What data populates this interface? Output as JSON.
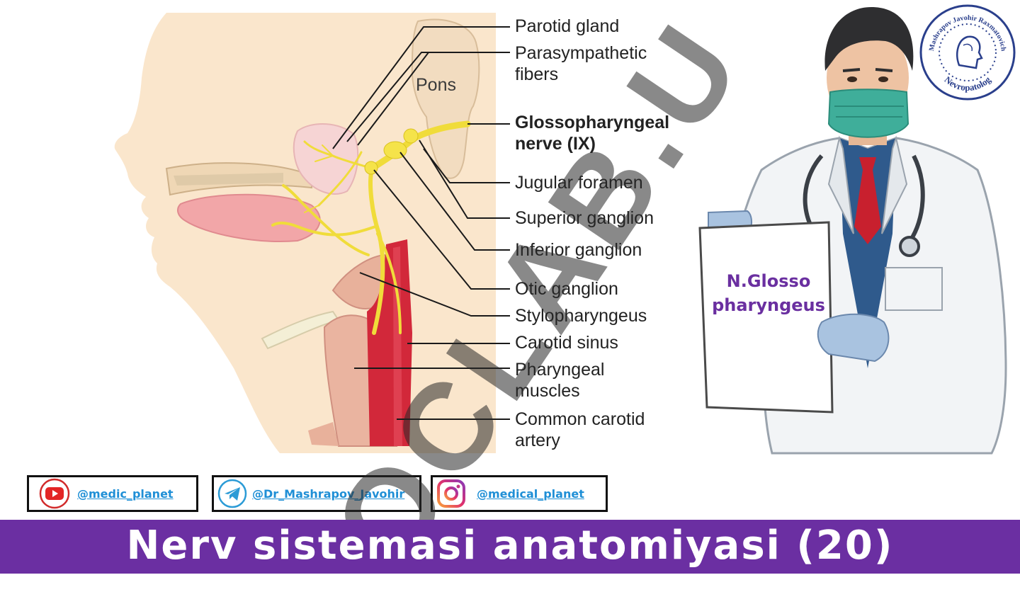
{
  "diagram": {
    "pons_label": "Pons",
    "labels": [
      {
        "text": "Parotid gland",
        "bold": false
      },
      {
        "text": "Parasympathetic\nfibers",
        "bold": false
      },
      {
        "text": "Glossopharyngeal\nnerve (IX)",
        "bold": true
      },
      {
        "text": "Jugular foramen",
        "bold": false
      },
      {
        "text": "Superior ganglion",
        "bold": false
      },
      {
        "text": "Inferior ganglion",
        "bold": false
      },
      {
        "text": "Otic ganglion",
        "bold": false
      },
      {
        "text": "Stylopharyngeus",
        "bold": false
      },
      {
        "text": "Carotid sinus",
        "bold": false
      },
      {
        "text": "Pharyngeal\nmuscles",
        "bold": false
      },
      {
        "text": "Common carotid\nartery",
        "bold": false
      }
    ]
  },
  "watermark": "OCLAB.U",
  "doctor": {
    "sign_line1": "N.Glosso",
    "sign_line2": "pharyngeus"
  },
  "seal": {
    "top_text": "Mashrapov Javohir Raxmatovich",
    "bottom_text": "Nevropatolog"
  },
  "social": [
    {
      "icon": "youtube-icon",
      "handle": "@medic_planet"
    },
    {
      "icon": "telegram-icon",
      "handle": "@Dr_Mashrapov_Javohir"
    },
    {
      "icon": "instagram-icon",
      "handle": "@medical_planet"
    }
  ],
  "title": "Nerv sistemasi anatomiyasi (20)",
  "colors": {
    "banner": "#6b2fa2",
    "nerve": "#f0dc3a",
    "artery": "#d2283a",
    "sign_text": "#6a2fa0",
    "handle": "#1f8fd6"
  }
}
